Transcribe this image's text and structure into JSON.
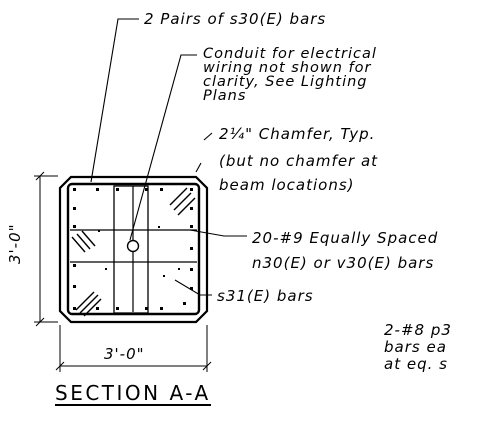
{
  "notes": {
    "pairs_s30": "2 Pairs of s30(E) bars",
    "conduit": [
      "Conduit for electrical",
      "wiring not shown for",
      "clarity, See Lighting",
      "Plans"
    ],
    "chamfer_size": "2¼\" Chamfer, Typ.",
    "chamfer_exception": [
      "(but no chamfer at",
      "beam locations)"
    ],
    "main_bars": [
      "20-#9 Equally Spaced",
      "n30(E) or v30(E) bars"
    ],
    "ties": "s31(E) bars",
    "partial_note": [
      "2-#8 p3",
      "bars ea",
      "at eq. s"
    ]
  },
  "dimensions": {
    "height": "3'-0\"",
    "width": "3'-0\""
  },
  "section_title": "SECTION A-A"
}
